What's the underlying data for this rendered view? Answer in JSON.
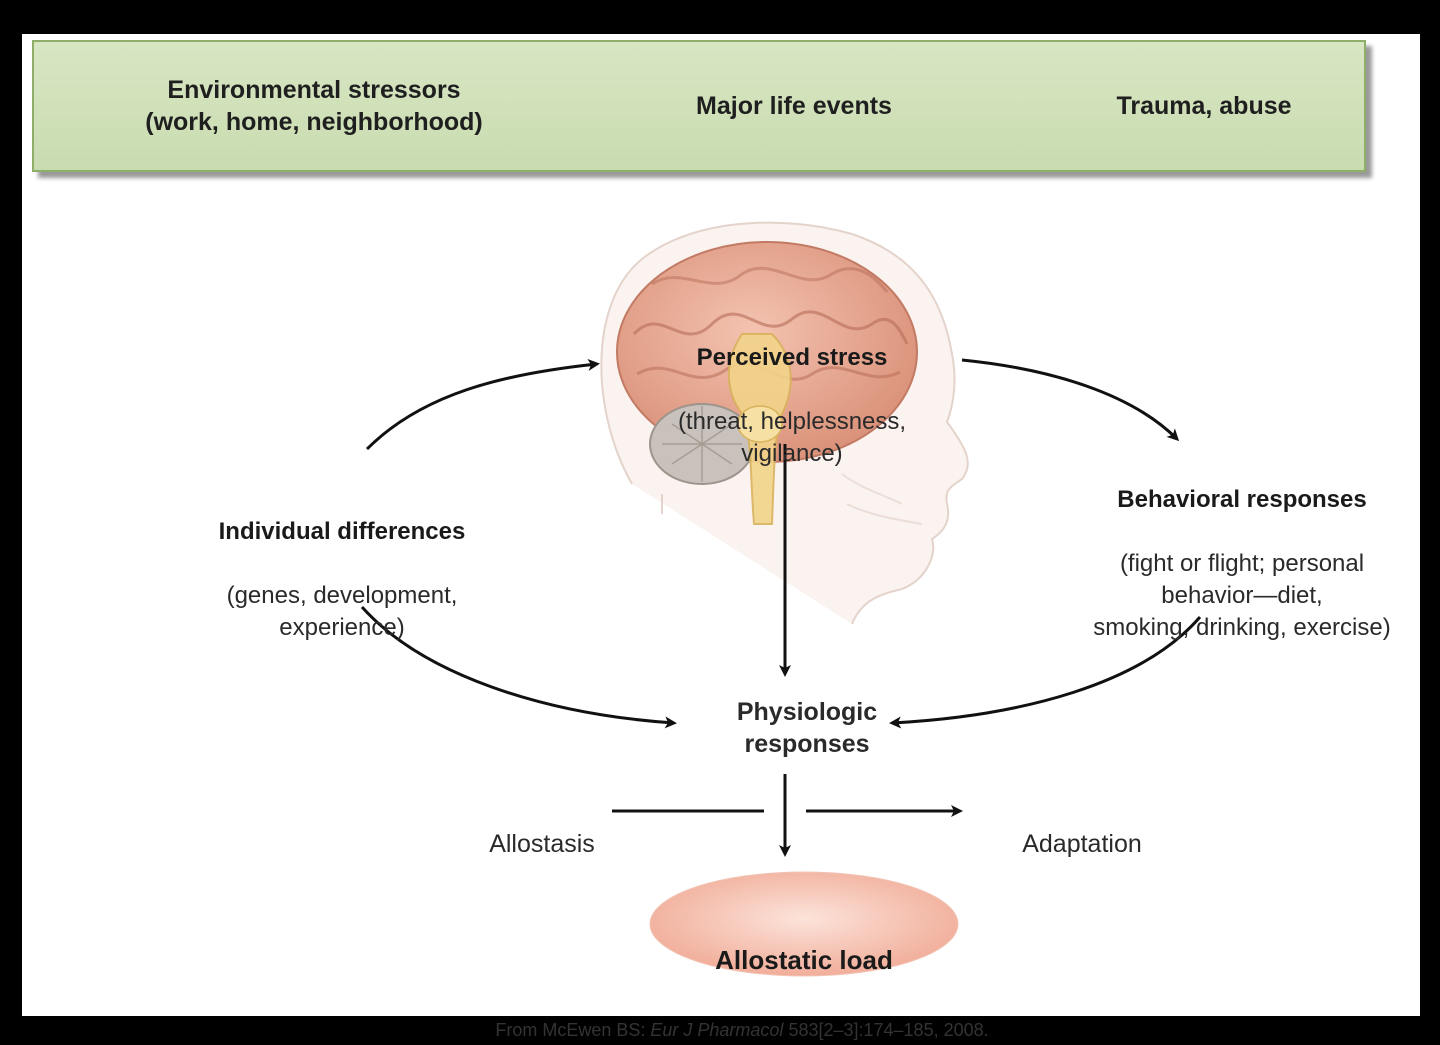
{
  "stressors": {
    "environmental": "Environmental stressors\n(work, home, neighborhood)",
    "life_events": "Major life events",
    "trauma": "Trauma, abuse"
  },
  "perceived_stress": {
    "heading": "Perceived stress",
    "detail": "(threat, helplessness,\nvigilance)"
  },
  "individual_differences": {
    "heading": "Individual differences",
    "detail": "(genes, development,\nexperience)"
  },
  "behavioral_responses": {
    "heading": "Behavioral responses",
    "detail": "(fight or flight; personal\nbehavior—diet,\nsmoking, drinking, exercise)"
  },
  "physiologic_responses": "Physiologic\nresponses",
  "allostasis": "Allostasis",
  "adaptation": "Adaptation",
  "allostatic_load": "Allostatic load",
  "citation": {
    "prefix": "From McEwen BS: ",
    "journal": "Eur J Pharmacol",
    "suffix": " 583[2–3]:174–185, 2008."
  },
  "colors": {
    "stressor_bar": "#d3e3bd",
    "brain": "#e8a48c",
    "load_ellipse": "#f4b7a6"
  }
}
